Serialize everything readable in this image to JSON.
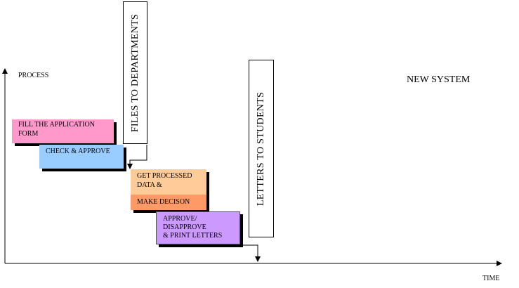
{
  "diagram": {
    "title": "NEW SYSTEM",
    "y_axis_label": "PROCESS",
    "x_axis_label": "TIME",
    "steps": [
      {
        "id": "fill",
        "lines": [
          "FILL THE APPLICATION",
          "FORM"
        ],
        "color": "#ff99cc"
      },
      {
        "id": "check",
        "lines": [
          "CHECK & APPROVE"
        ],
        "color": "#99ccff"
      },
      {
        "id": "processed",
        "lines": [
          "GET PROCESSED",
          "DATA &"
        ],
        "color": "#ffcc99"
      },
      {
        "id": "decision",
        "lines": [
          "MAKE DECISON"
        ],
        "color": "#ff9966"
      },
      {
        "id": "print",
        "lines": [
          "APPROVE/",
          "DISAPPROVE",
          "& PRINT LETTERS"
        ],
        "color": "#cc99ff"
      }
    ],
    "milestones": [
      {
        "id": "files",
        "text": "FILES TO DEPARTMENTS"
      },
      {
        "id": "letters",
        "text": "LETTERS TO STUDENTS"
      }
    ]
  }
}
